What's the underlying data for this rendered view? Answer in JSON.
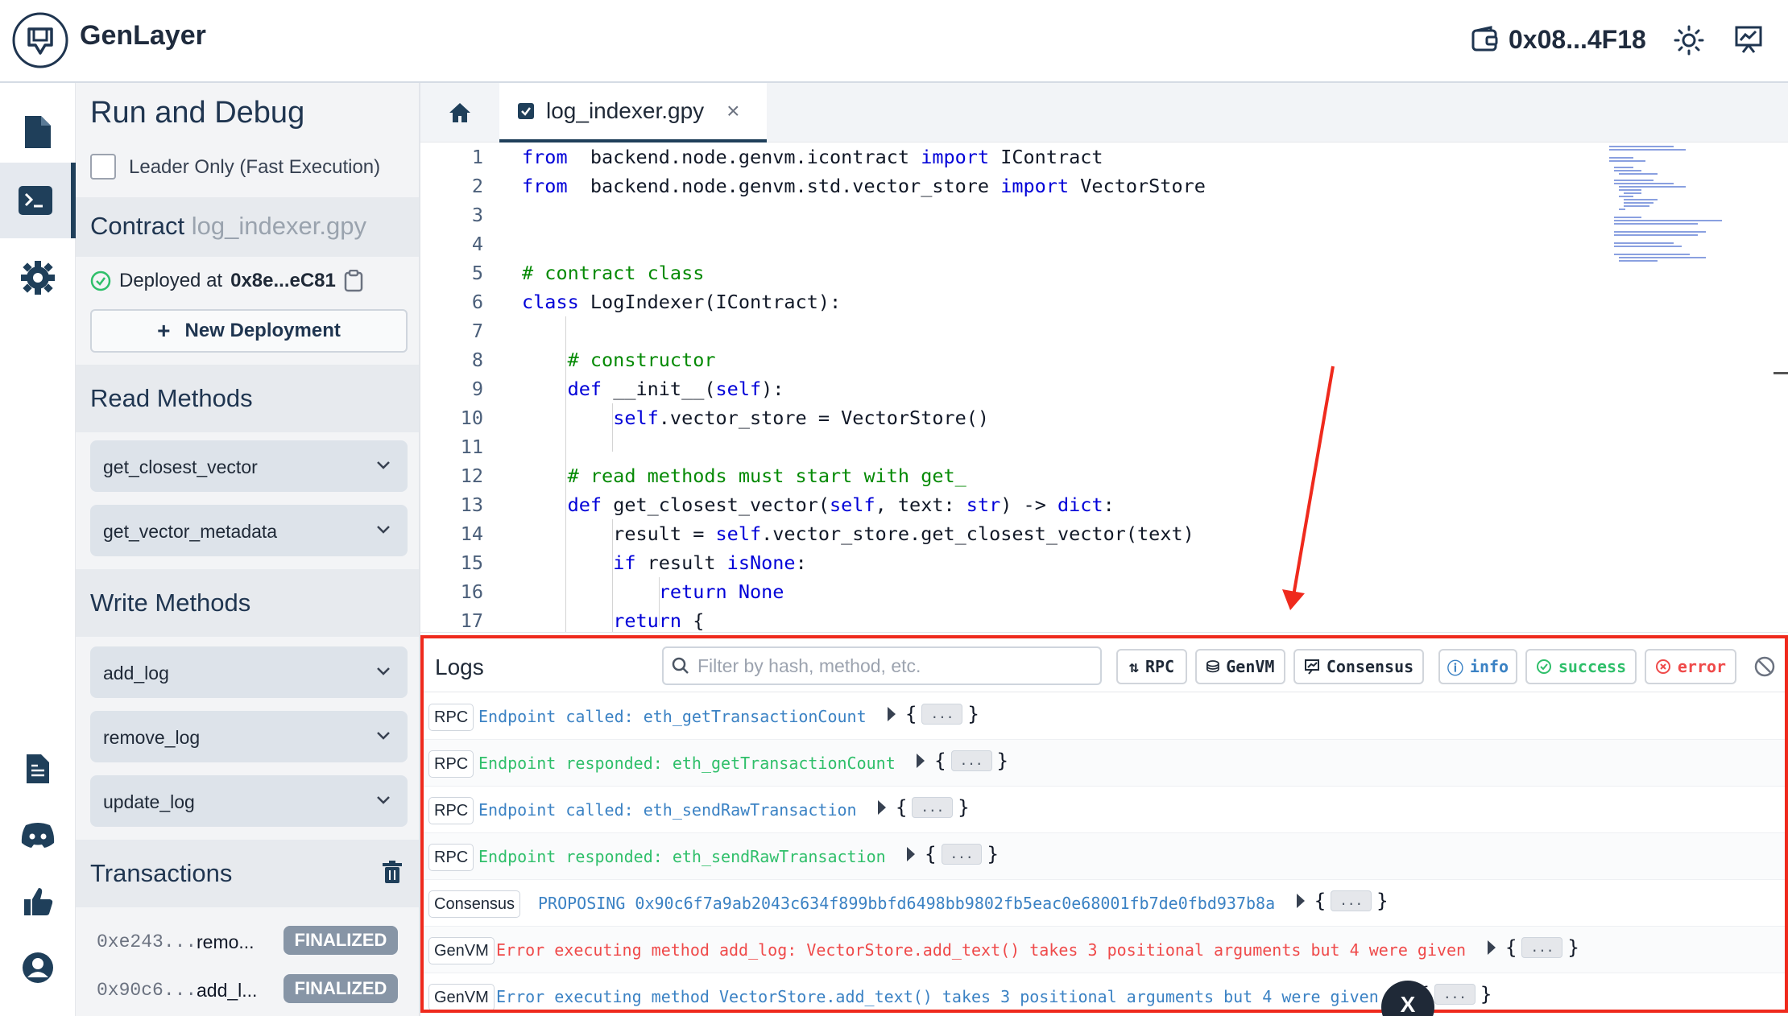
{
  "header": {
    "brand": "GenLayer",
    "wallet_address": "0x08...4F18",
    "icons": [
      "genlayer-logo-icon",
      "wallet-icon",
      "sun-icon",
      "presentation-chart-icon"
    ]
  },
  "activity_bar": {
    "items": [
      {
        "name": "contracts",
        "icon": "file-icon"
      },
      {
        "name": "run-debug",
        "icon": "terminal-icon",
        "active": true
      },
      {
        "name": "settings",
        "icon": "gear-icon"
      },
      {
        "name": "docs",
        "icon": "document-icon"
      },
      {
        "name": "discord",
        "icon": "discord-icon"
      },
      {
        "name": "feedback",
        "icon": "thumbs-up-icon"
      },
      {
        "name": "account",
        "icon": "user-circle-icon"
      }
    ]
  },
  "sidebar": {
    "title": "Run and Debug",
    "leader_only_label": "Leader Only (Fast Execution)",
    "leader_only_checked": false,
    "contract_label": "Contract",
    "contract_file": "log_indexer.gpy",
    "deployed_label": "Deployed at",
    "deployed_address": "0x8e...eC81",
    "new_deployment_label": "New Deployment",
    "read_methods_title": "Read Methods",
    "read_methods": [
      "get_closest_vector",
      "get_vector_metadata"
    ],
    "write_methods_title": "Write Methods",
    "write_methods": [
      "add_log",
      "remove_log",
      "update_log"
    ],
    "transactions_title": "Transactions",
    "transactions": [
      {
        "hash": "0xe243...",
        "method": "remo...",
        "status": "FINALIZED"
      },
      {
        "hash": "0x90c6...",
        "method": "add_l...",
        "status": "FINALIZED"
      }
    ]
  },
  "editor": {
    "home_tab_icon": "home-icon",
    "active_tab": "log_indexer.gpy",
    "close_symbol": "×",
    "lines": [
      {
        "n": "1",
        "parts": [
          [
            "kw",
            "from"
          ],
          [
            "",
            "  backend.node.genvm.icontract "
          ],
          [
            "kw",
            "import"
          ],
          [
            "",
            " IContract"
          ]
        ]
      },
      {
        "n": "2",
        "parts": [
          [
            "kw",
            "from"
          ],
          [
            "",
            "  backend.node.genvm.std.vector_store "
          ],
          [
            "kw",
            "import"
          ],
          [
            "",
            " VectorStore"
          ]
        ]
      },
      {
        "n": "3",
        "parts": []
      },
      {
        "n": "4",
        "parts": []
      },
      {
        "n": "5",
        "parts": [
          [
            "cm",
            "# contract class"
          ]
        ]
      },
      {
        "n": "6",
        "parts": [
          [
            "kw",
            "class"
          ],
          [
            "",
            " LogIndexer(IContract):"
          ]
        ]
      },
      {
        "n": "7",
        "parts": []
      },
      {
        "n": "8",
        "parts": [
          [
            "",
            "    "
          ],
          [
            "cm",
            "# constructor"
          ]
        ]
      },
      {
        "n": "9",
        "parts": [
          [
            "",
            "    "
          ],
          [
            "kw",
            "def"
          ],
          [
            "",
            " __init__("
          ],
          [
            "kw",
            "self"
          ],
          [
            "",
            "):"
          ]
        ]
      },
      {
        "n": "10",
        "parts": [
          [
            "",
            "        "
          ],
          [
            "kw",
            "self"
          ],
          [
            "",
            ".vector_store = VectorStore()"
          ]
        ]
      },
      {
        "n": "11",
        "parts": []
      },
      {
        "n": "12",
        "parts": [
          [
            "",
            "    "
          ],
          [
            "cm",
            "# read methods must start with get_"
          ]
        ]
      },
      {
        "n": "13",
        "parts": [
          [
            "",
            "    "
          ],
          [
            "kw",
            "def"
          ],
          [
            "",
            " get_closest_vector("
          ],
          [
            "kw",
            "self"
          ],
          [
            "",
            ", text: "
          ],
          [
            "kw",
            "str"
          ],
          [
            "",
            ") -> "
          ],
          [
            "kw",
            "dict"
          ],
          [
            "",
            ":"
          ]
        ]
      },
      {
        "n": "14",
        "parts": [
          [
            "",
            "        result = "
          ],
          [
            "kw",
            "self"
          ],
          [
            "",
            ".vector_store.get_closest_vector(text)"
          ]
        ]
      },
      {
        "n": "15",
        "parts": [
          [
            "",
            "        "
          ],
          [
            "kw",
            "if"
          ],
          [
            "",
            " result "
          ],
          [
            "kw",
            "is"
          ],
          [
            " ",
            ""
          ],
          [
            "kw",
            "None"
          ],
          [
            "",
            ":"
          ]
        ]
      },
      {
        "n": "16",
        "parts": [
          [
            "",
            "            "
          ],
          [
            "kw",
            "return"
          ],
          [
            "",
            " "
          ],
          [
            "kw",
            "None"
          ]
        ]
      },
      {
        "n": "17",
        "parts": [
          [
            "",
            "        "
          ],
          [
            "kw",
            "return"
          ],
          [
            "",
            " {"
          ]
        ]
      }
    ]
  },
  "logs": {
    "title": "Logs",
    "filter_placeholder": "Filter by hash, method, etc.",
    "filters": [
      {
        "label": "RPC",
        "icon": "sort-arrows-icon"
      },
      {
        "label": "GenVM",
        "icon": "hard-drive-icon"
      },
      {
        "label": "Consensus",
        "icon": "presentation-chart-icon"
      },
      {
        "label": "info",
        "icon": "info-circle-icon",
        "color": "#3b82c4"
      },
      {
        "label": "success",
        "icon": "check-circle-icon",
        "color": "#2fbf6a"
      },
      {
        "label": "error",
        "icon": "x-circle-icon",
        "color": "#ef4a4a"
      }
    ],
    "clear_icon": "ban-icon",
    "entries": [
      {
        "tag": "RPC",
        "level": "info",
        "message": "Endpoint called: eth_getTransactionCount"
      },
      {
        "tag": "RPC",
        "level": "success",
        "message": "Endpoint responded: eth_getTransactionCount"
      },
      {
        "tag": "RPC",
        "level": "info",
        "message": "Endpoint called: eth_sendRawTransaction"
      },
      {
        "tag": "RPC",
        "level": "success",
        "message": "Endpoint responded: eth_sendRawTransaction"
      },
      {
        "tag": "Consensus",
        "level": "info",
        "message": "PROPOSING 0x90c6f7a9ab2043c634f899bbfd6498bb9802fb5eac0e68001fb7de0fbd937b8a"
      },
      {
        "tag": "GenVM",
        "level": "error",
        "message": "Error executing method add_log: VectorStore.add_text() takes 3 positional arguments but 4 were given"
      },
      {
        "tag": "GenVM",
        "level": "info",
        "message": "Error executing method VectorStore.add_text() takes 3 positional arguments but 4 were given"
      }
    ],
    "collapsed_object": "..."
  },
  "colors": {
    "accent": "#1f3f5a",
    "annotation": "#ef2a1d",
    "badge": "#8795a6"
  }
}
